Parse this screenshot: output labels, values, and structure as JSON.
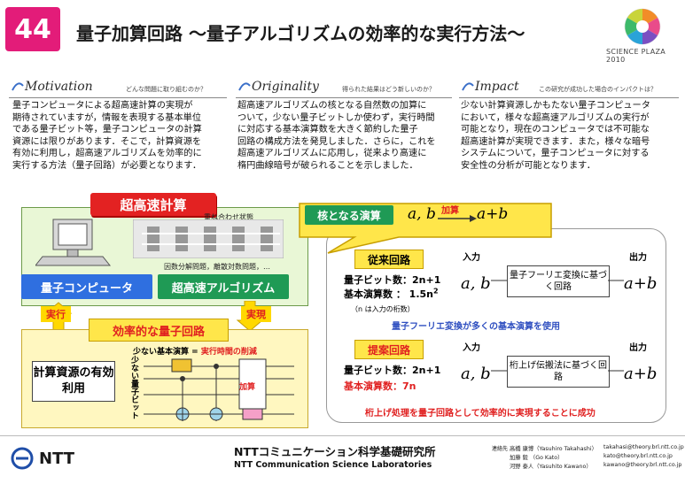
{
  "header": {
    "number": "44",
    "title": "量子加算回路 〜量子アルゴリズムの効率的な実行方法〜",
    "event_logo_text": "SCIENCE PLAZA 2010"
  },
  "sections": [
    {
      "title": "Motivation",
      "question": "どんな問題に取り組むのか？",
      "lines": [
        "量子コンピュータによる超高速計算の実現が",
        "期待されていますが，情報を表現する基本単位",
        "である量子ビット等，量子コンピュータの計算",
        "資源には限りがあります．そこで，計算資源を",
        "有効に利用し，超高速アルゴリズムを効率的に",
        "実行する方法（量子回路）が必要となります．"
      ]
    },
    {
      "title": "Originality",
      "question": "得られた結果はどう新しいのか？",
      "lines": [
        "超高速アルゴリズムの核となる自然数の加算に",
        "ついて，少ない量子ビットしか使わず，実行時間",
        "に対応する基本演算数を大きく節約した量子",
        "回路の構成方法を発見しました．さらに，これを",
        "超高速アルゴリズムに応用し，従来より高速に",
        "楕円曲線暗号が破られることを示しました．"
      ]
    },
    {
      "title": "Impact",
      "question": "この研究が成功した場合のインパクトは？",
      "lines": [
        "少ない計算資源しかもたない量子コンピュータ",
        "において，様々な超高速アルゴリズムの実行が",
        "可能となり，現在のコンピュータでは不可能な",
        "超高速計算が実現できます．また，様々な暗号",
        "システムについて，量子コンピュータに対する",
        "安全性の分析が可能となります．"
      ]
    }
  ],
  "diagram": {
    "banner": "超高速計算",
    "superposition": "重ね合わせ状態",
    "problems": "因数分解問題，離散対数問題，…",
    "quantum_computer": "量子コンピュータ",
    "fast_algorithm": "超高速アルゴリズム",
    "execute": "実行",
    "realize": "実現",
    "efficient_circuit": "効率的な量子回路",
    "few_ops": "少ない基本演算",
    "equals": "=",
    "reduce_time": "実行時間の削減",
    "few_qubits": "少ない量子ビット",
    "resource_use": "計算資源の有効利用",
    "adder_gate": "加算",
    "core_op": "核となる演算",
    "ab": "a, b",
    "add_label": "加算",
    "a_plus_b": "a+b",
    "conventional": {
      "label": "従来回路",
      "input": "入力",
      "output": "出力",
      "qubits": "量子ビット数：2n+1",
      "ops_label": "基本演算数 ： 1.5n",
      "ops_exp": "2",
      "note": "（n は入力の桁数）",
      "box": "量子フーリエ変換に基づく回路",
      "caption": "量子フーリエ変換が多くの基本演算を使用"
    },
    "proposed": {
      "label": "提案回路",
      "input": "入力",
      "output": "出力",
      "qubits": "量子ビット数：2n+1",
      "ops": "基本演算数：7n",
      "box": "桁上げ伝搬法に基づく回路",
      "caption": "桁上げ処理を量子回路として効率的に実現することに成功"
    }
  },
  "footer": {
    "company": "NTT",
    "lab_jp": "NTTコミュニケーション科学基礎研究所",
    "lab_en": "NTT Communication Science Laboratories",
    "contact_label": "連絡先",
    "contacts": [
      {
        "name": "高橋 康博（Yasuhiro Takahashi）",
        "email": "takahasi@theory.brl.ntt.co.jp"
      },
      {
        "name": "加藤 毅 （Go Kato）",
        "email": "kato@theory.brl.ntt.co.jp"
      },
      {
        "name": "河野 泰人（Yasuhito Kawano）",
        "email": "kawano@theory.brl.ntt.co.jp"
      }
    ]
  },
  "colors": {
    "accent": "#e31c79",
    "blue": "#2f6fe0",
    "green": "#1f9a55",
    "red": "#e02020",
    "yellow": "#ffe64a"
  }
}
